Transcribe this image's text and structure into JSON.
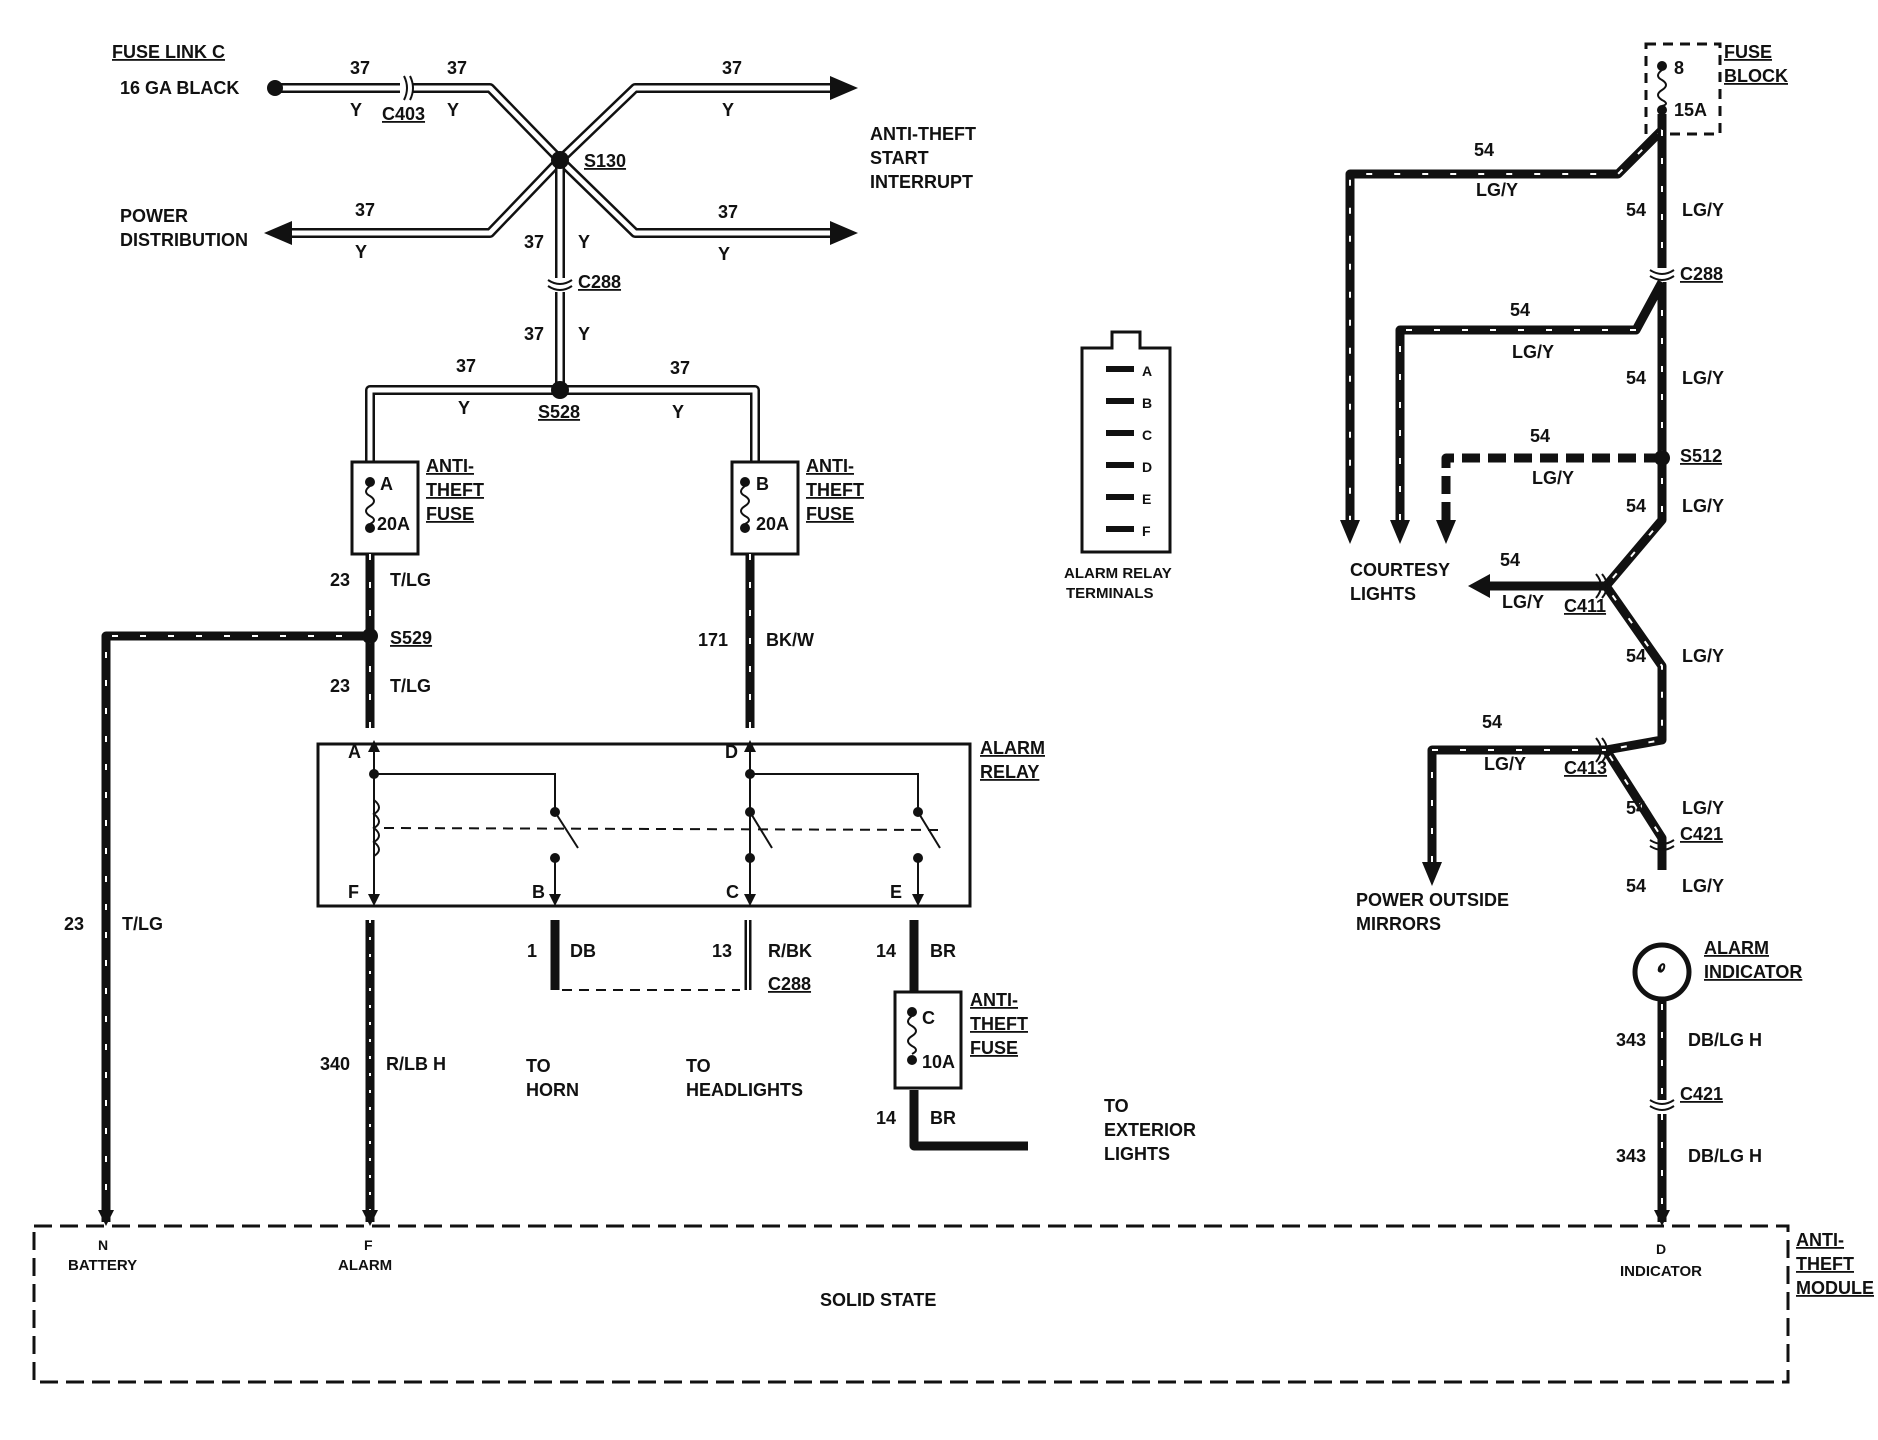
{
  "fuse_link": {
    "title": "FUSE LINK C",
    "gauge": "16 GA BLACK"
  },
  "circuits": {
    "c37": "37",
    "y": "Y",
    "c23": "23",
    "c171": "171",
    "c340": "340",
    "c1": "1",
    "c13": "13",
    "c14": "14",
    "c54": "54",
    "c343": "343",
    "tlg": "T/LG",
    "bkw": "BK/W",
    "rlbh": "R/LB H",
    "db": "DB",
    "rbk": "R/BK",
    "br": "BR",
    "lgy": "LG/Y",
    "dblgh": "DB/LG H"
  },
  "connectors": {
    "c403": "C403",
    "s130": "S130",
    "c288": "C288",
    "s528": "S528",
    "s529": "S529",
    "s512": "S512",
    "c411": "C411",
    "c413": "C413",
    "c421": "C421"
  },
  "destinations": {
    "anti_theft": [
      "ANTI-THEFT",
      "START",
      "INTERRUPT"
    ],
    "power_dist": [
      "POWER",
      "DISTRIBUTION"
    ],
    "courtesy": [
      "COURTESY",
      "LIGHTS"
    ],
    "mirrors": [
      "POWER OUTSIDE",
      "MIRRORS"
    ],
    "horn": [
      "TO",
      "HORN"
    ],
    "headlights": [
      "TO",
      "HEADLIGHTS"
    ],
    "exterior": [
      "TO",
      "EXTERIOR",
      "LIGHTS"
    ]
  },
  "fuses": {
    "a": {
      "label": [
        "ANTI-",
        "THEFT",
        "FUSE"
      ],
      "terminal": "A",
      "rating": "20A"
    },
    "b": {
      "label": [
        "ANTI-",
        "THEFT",
        "FUSE"
      ],
      "terminal": "B",
      "rating": "20A"
    },
    "c": {
      "label": [
        "ANTI-",
        "THEFT",
        "FUSE"
      ],
      "terminal": "C",
      "rating": "10A"
    }
  },
  "fuse_block": {
    "label": [
      "FUSE",
      "BLOCK"
    ],
    "terminal": "8",
    "rating": "15A"
  },
  "alarm_relay": {
    "label": [
      "ALARM",
      "RELAY"
    ],
    "terminals": [
      "A",
      "D",
      "F",
      "B",
      "C",
      "E"
    ]
  },
  "relay_terminals": {
    "pins": [
      "A",
      "B",
      "C",
      "D",
      "E",
      "F"
    ],
    "caption": [
      "ALARM RELAY",
      "TERMINALS"
    ]
  },
  "alarm_indicator": [
    "ALARM",
    "INDICATOR"
  ],
  "module": {
    "label": [
      "ANTI-",
      "THEFT",
      "MODULE"
    ],
    "body": "SOLID STATE",
    "pins": [
      {
        "pin": "N",
        "name": "BATTERY"
      },
      {
        "pin": "F",
        "name": "ALARM"
      },
      {
        "pin": "D",
        "name": "INDICATOR"
      }
    ]
  }
}
